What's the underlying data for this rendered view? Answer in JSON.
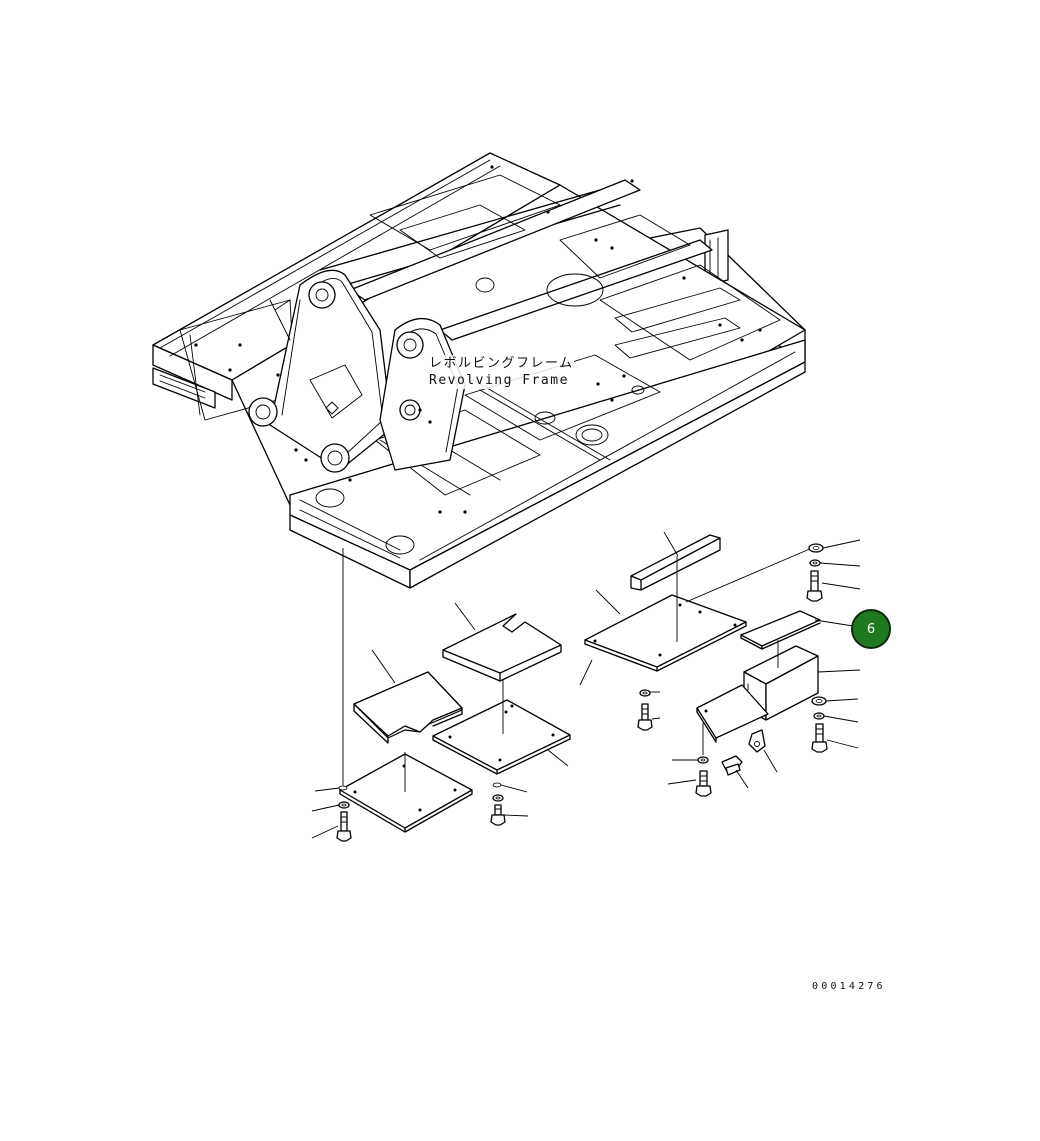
{
  "diagram": {
    "frame_label": {
      "ja": "レボルビングフレーム",
      "en": "Revolving Frame"
    },
    "callout": {
      "number": "6",
      "color": "#1f7a1f"
    },
    "drawing_number": "00014276"
  }
}
